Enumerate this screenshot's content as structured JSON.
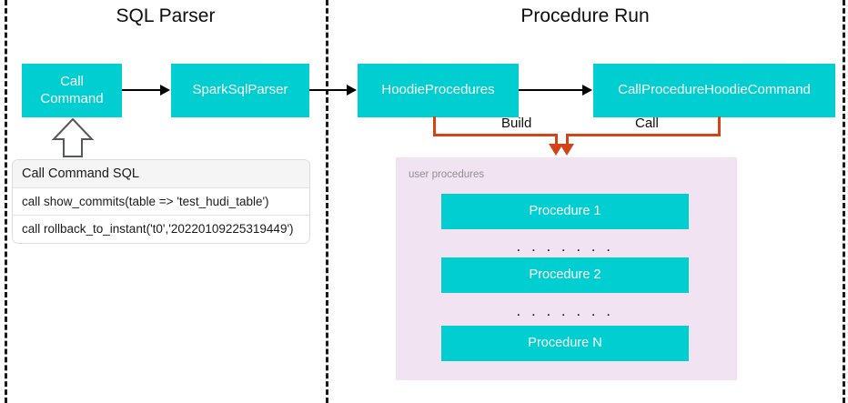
{
  "diagram": {
    "title_left": "SQL Parser",
    "title_right": "Procedure Run"
  },
  "colors": {
    "teal": "#00CED1",
    "orange": "#D24317",
    "panel_purple": "#F2E3F3",
    "divider": "#1A1A1A",
    "box_text": "#FFFFFF"
  },
  "sql_parser": {
    "nodes": {
      "call_command": "Call\nCommand",
      "call_command_line1": "Call",
      "call_command_line2": "Command",
      "spark_sql_parser": "SparkSqlParser"
    },
    "sql_table": {
      "header": "Call Command SQL",
      "rows": [
        "call show_commits(table => 'test_hudi_table')",
        "call rollback_to_instant('t0','20220109225319449')"
      ]
    }
  },
  "procedure_run": {
    "nodes": {
      "hoodie_procedures": "HoodieProcedures",
      "call_procedure_hoodie_command": "CallProcedureHoodieCommand"
    },
    "connector_labels": {
      "build": "Build",
      "call": "Call"
    },
    "user_procedures_panel": {
      "label": "user procedures",
      "items": [
        "Procedure 1",
        "Procedure 2",
        "Procedure N"
      ],
      "ellipsis": ". . . . . . ."
    }
  }
}
